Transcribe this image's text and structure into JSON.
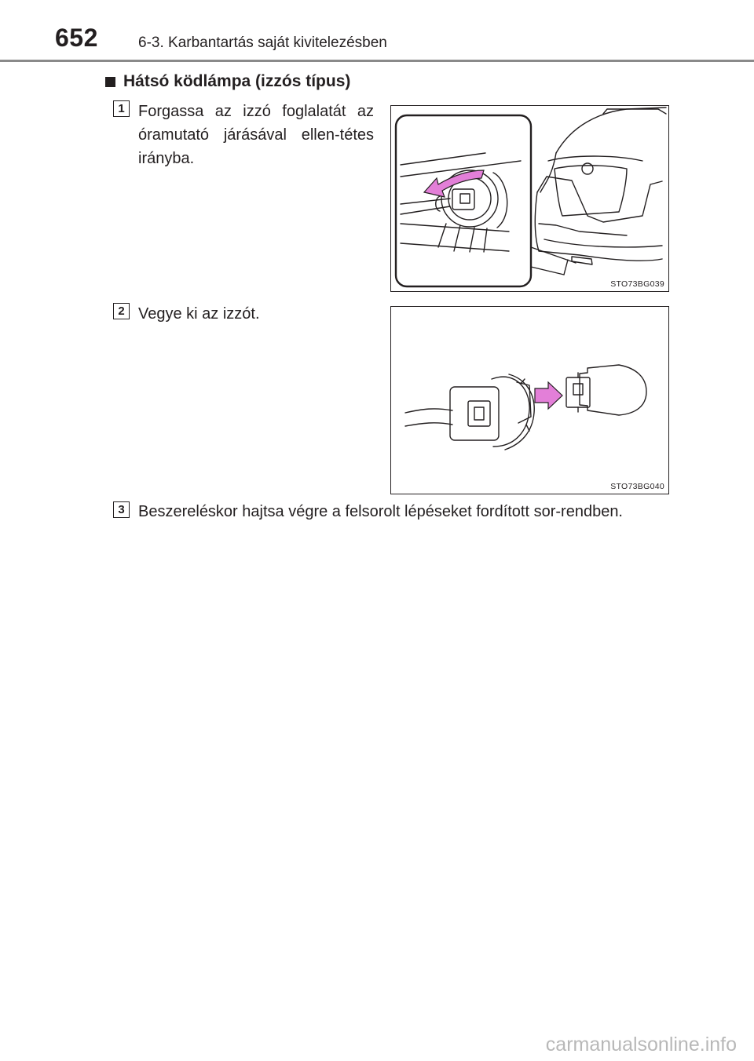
{
  "header": {
    "page_number": "652",
    "section": "6-3. Karbantartás saját kivitelezésben"
  },
  "heading": "Hátsó ködlámpa (izzós típus)",
  "steps": [
    {
      "number": "1",
      "text": "Forgassa az izzó foglalatát az óramutató járásával ellen-tétes irányba."
    },
    {
      "number": "2",
      "text": "Vegye ki az izzót."
    },
    {
      "number": "3",
      "text": "Beszereléskor hajtsa végre a felsorolt lépéseket fordított sor-rendben."
    }
  ],
  "figures": [
    {
      "code": "STO73BG039",
      "icon": "rotate-arrow-icon",
      "arrow_color": "#e37fd8"
    },
    {
      "code": "STO73BG040",
      "icon": "push-arrow-icon",
      "arrow_color": "#e37fd8"
    }
  ],
  "watermark": "carmanualsonline.info"
}
